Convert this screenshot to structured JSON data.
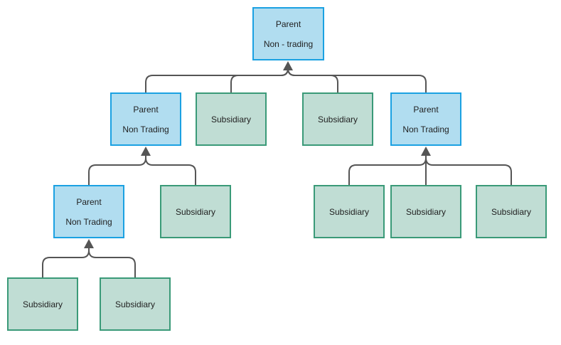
{
  "colors": {
    "parent_fill": "#b1ddf0",
    "parent_stroke": "#1ba1e2",
    "subsidiary_fill": "#c0ddd4",
    "subsidiary_stroke": "#3a9a78",
    "connector": "#555555"
  },
  "nodes": {
    "top_parent": {
      "line1": "Parent",
      "line2": "Non - trading"
    },
    "left_parent": {
      "line1": "Parent",
      "line2": "Non Trading"
    },
    "right_parent": {
      "line1": "Parent",
      "line2": "Non Trading"
    },
    "lower_left_parent": {
      "line1": "Parent",
      "line2": "Non Trading"
    },
    "subsidiary_label": "Subsidiary"
  }
}
